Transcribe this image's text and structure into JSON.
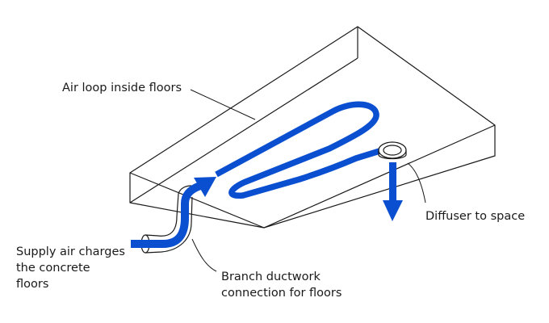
{
  "labels": {
    "air_loop": "Air loop inside floors",
    "diffuser": "Diffuser to space",
    "supply": [
      "Supply air charges",
      "the concrete",
      "floors"
    ],
    "branch": [
      "Branch ductwork",
      "connection for floors"
    ]
  },
  "colors": {
    "airflow": "#0b4fd1",
    "outline": "#1a1a1a",
    "background": "#ffffff"
  }
}
